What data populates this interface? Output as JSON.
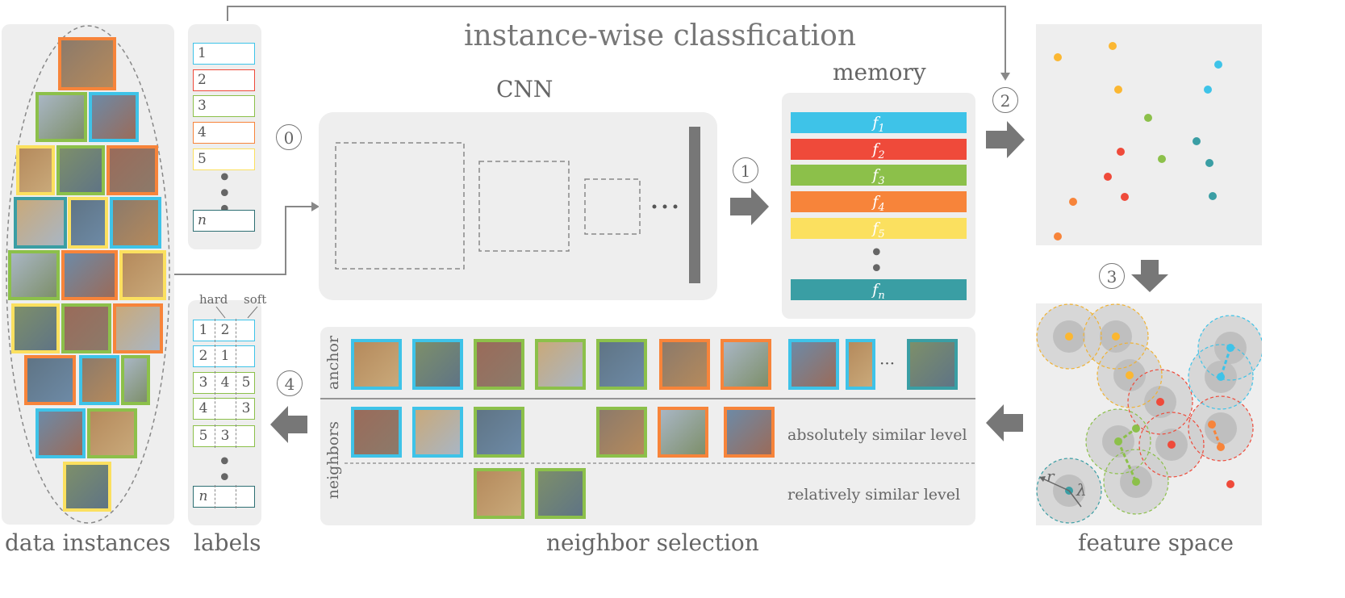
{
  "title": "instance-wise classfication",
  "captions": {
    "data_instances": "data instances",
    "labels": "labels",
    "neighbor_selection": "neighbor selection",
    "feature_space": "feature space"
  },
  "cnn_label": "CNN",
  "memory_label": "memory",
  "ellipsis": "···",
  "steps": [
    "0",
    "1",
    "2",
    "3",
    "4"
  ],
  "label_list": [
    "1",
    "2",
    "3",
    "4",
    "5",
    "n"
  ],
  "memory_rows": [
    {
      "sym": "f",
      "sub": "1",
      "color": "#3ec3e8"
    },
    {
      "sym": "f",
      "sub": "2",
      "color": "#ef4a3a"
    },
    {
      "sym": "f",
      "sub": "3",
      "color": "#8cc04a"
    },
    {
      "sym": "f",
      "sub": "4",
      "color": "#f7843a"
    },
    {
      "sym": "f",
      "sub": "5",
      "color": "#fbe05f"
    },
    {
      "sym": "f",
      "sub": "n",
      "color": "#3a9ea4"
    }
  ],
  "hard_soft": {
    "hard": "hard",
    "soft": "soft"
  },
  "hs_rows": [
    {
      "a": "1",
      "b": "2",
      "c": "",
      "color": "#3ec3e8"
    },
    {
      "a": "2",
      "b": "1",
      "c": "",
      "color": "#3ec3e8"
    },
    {
      "a": "3",
      "b": "4",
      "c": "5",
      "color": "#8cc04a"
    },
    {
      "a": "4",
      "b": "",
      "c": "3",
      "color": "#8cc04a"
    },
    {
      "a": "5",
      "b": "3",
      "c": "",
      "color": "#8cc04a"
    },
    {
      "a": "n",
      "b": "",
      "c": "",
      "color": "#2e6f73"
    }
  ],
  "neighbor": {
    "anchor": "anchor",
    "neighbors": "neighbors",
    "absolute": "absolutely similar level",
    "relative": "relatively similar level"
  },
  "symbols": {
    "r": "r",
    "lambda": "λ"
  },
  "colors": {
    "blue": "#3ec3e8",
    "red": "#ef4a3a",
    "green": "#8cc04a",
    "orange": "#f7843a",
    "yellow": "#fbe05f",
    "teal": "#3a9ea4",
    "panel": "#eeeeee"
  }
}
